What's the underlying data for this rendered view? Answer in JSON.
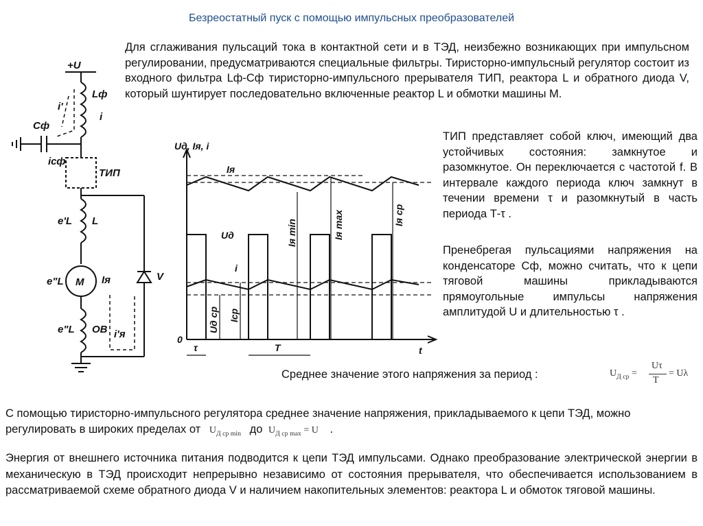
{
  "title": "Безреостатный пуск с помощью импульсных преобразователей",
  "p1": "Для сглаживания пульсаций тока в контактной сети и в ТЭД, неизбежно возникающих при импульсном регулировании, предусматриваются специальные фильтры. Тиристорно-импульсный регулятор состоит из входного фильтра Lф-Сф тиристорно-импульсного прерывателя ТИП, реактора L и обратного диода V, который шунтирует последовательно включенные реактор L и обмотки машины М.",
  "p2": "ТИП представляет собой ключ, имеющий два устойчивых состояния: замкнутое и разомкнутое. Он переключается с частотой f. В интервале каждого периода ключ замкнут в течении времени τ и разомкнутый в часть периода Т-τ .",
  "p3": "Пренебрегая пульсациями напряжения на конденсаторе Сф, можно считать, что к цепи тяговой машины прикладываются прямоугольные импульсы напряжения амплитудой U и длительностью τ .",
  "avg_text": "Среднее значение этого напряжения за период :",
  "f_avg": {
    "lhs": "U",
    "lhs_sub": "Д ср",
    "num": "Uτ",
    "den": "T",
    "rhs": "= Uλ"
  },
  "p4_a": "С помощью тиристорно-импульсного регулятора среднее значение напряжения, прикладываемого к цепи ТЭД, можно регулировать в широких пределах от",
  "f_min": {
    "sym": "U",
    "sub": "Д ср min"
  },
  "p4_b": "до",
  "f_max": {
    "sym": "U",
    "sub": "Д ср max",
    "rhs": "= U"
  },
  "p4_c": ".",
  "p5": "Энергия от внешнего источника питания подводится к цепи ТЭД импульсами. Однако преобразование электрической энергии в механическую в ТЭД происходит непрерывно независимо от состояния прерывателя, что обеспечивается использованием в рассматриваемой схеме обратного диода V и наличием накопительных элементов: реактора L и обмоток тяговой машины.",
  "circuit": {
    "plus_u": "+U",
    "lf": "Lф",
    "i_top": "i",
    "i_prime": "i'",
    "cf": "Сф",
    "icf": "iсф",
    "tip": "ТИП",
    "el": "e'L",
    "l": "L",
    "em": "e\"L",
    "m": "М",
    "ia": "Iя",
    "v": "V",
    "eob": "e\"L",
    "ob": "ОВ",
    "ia2": "i'я"
  },
  "graph": {
    "y_label": "Uд, Iя, i",
    "ia": "Iя",
    "ua": "Uд",
    "i": "i",
    "iamin": "Iя min",
    "iamax": "Iя max",
    "iacp": "Iя ср",
    "udcp": "Uд ср",
    "icp": "Iср",
    "origin": "0",
    "tau": "τ",
    "T": "T",
    "t": "t"
  }
}
